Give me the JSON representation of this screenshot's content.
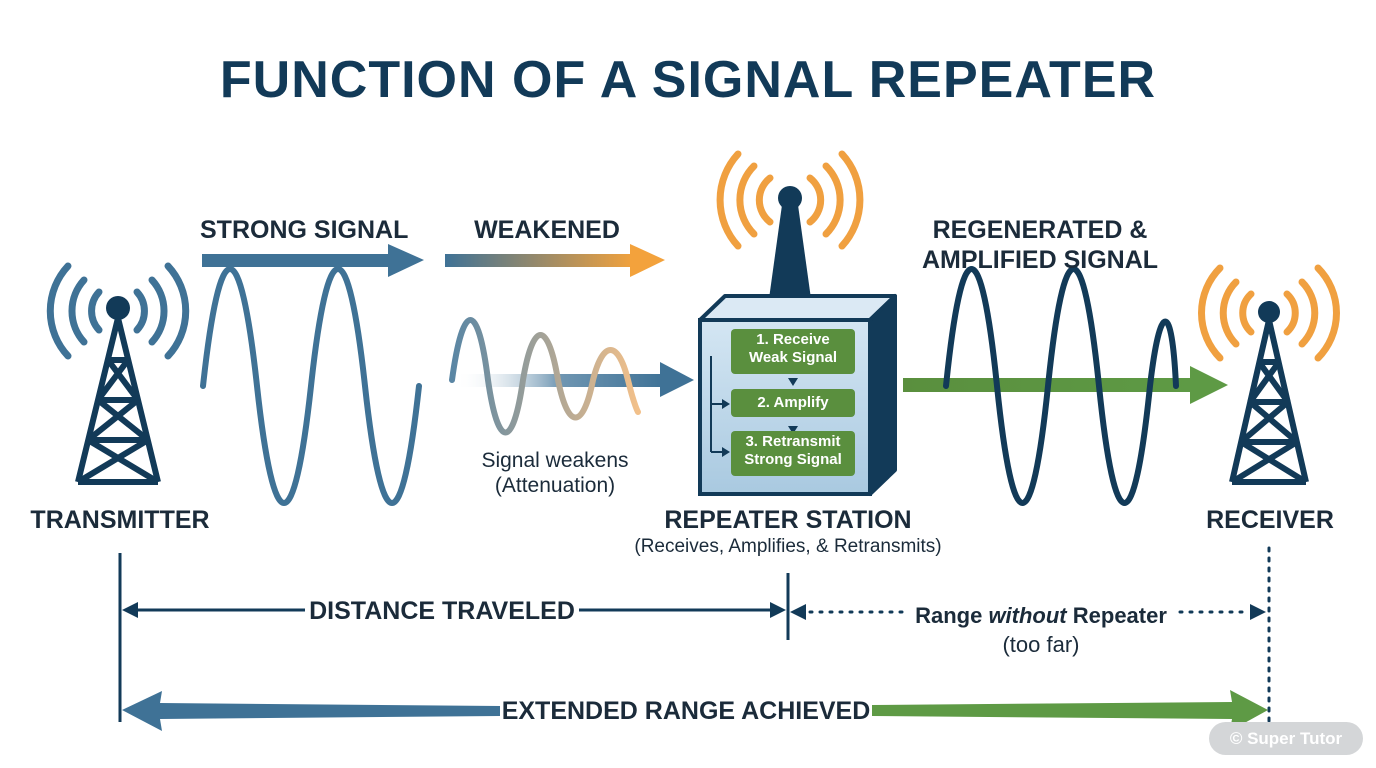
{
  "title": "FUNCTION OF A SIGNAL REPEATER",
  "labels": {
    "strong_signal": "STRONG SIGNAL",
    "weakened": "WEAKENED",
    "regenerated_line1": "REGENERATED &",
    "regenerated_line2": "AMPLIFIED SIGNAL",
    "signal_weakens_line1": "Signal weakens",
    "signal_weakens_line2": "(Attenuation)",
    "transmitter": "TRANSMITTER",
    "repeater_station": "REPEATER STATION",
    "repeater_sub": "(Receives, Amplifies, & Retransmits)",
    "receiver": "RECEIVER",
    "distance_traveled": "DISTANCE TRAVELED",
    "range_prefix": "Range ",
    "range_emph": "without",
    "range_suffix": " Repeater",
    "range_line2": "(too far)",
    "extended_range": "EXTENDED RANGE ACHIEVED"
  },
  "steps": [
    {
      "line1": "1. Receive",
      "line2": "Weak Signal"
    },
    {
      "line1": "2. Amplify",
      "line2": ""
    },
    {
      "line1": "3. Retransmit",
      "line2": "Strong Signal"
    }
  ],
  "watermark": "© Super Tutor",
  "colors": {
    "navy": "#123a58",
    "steel_blue": "#3f7296",
    "orange": "#f0a040",
    "green": "#5a8f3e",
    "box_blue": "#bcd7ea"
  },
  "icons": [
    "transmitter-tower-icon",
    "repeater-antenna-icon",
    "receiver-tower-icon",
    "radio-waves-icon"
  ]
}
